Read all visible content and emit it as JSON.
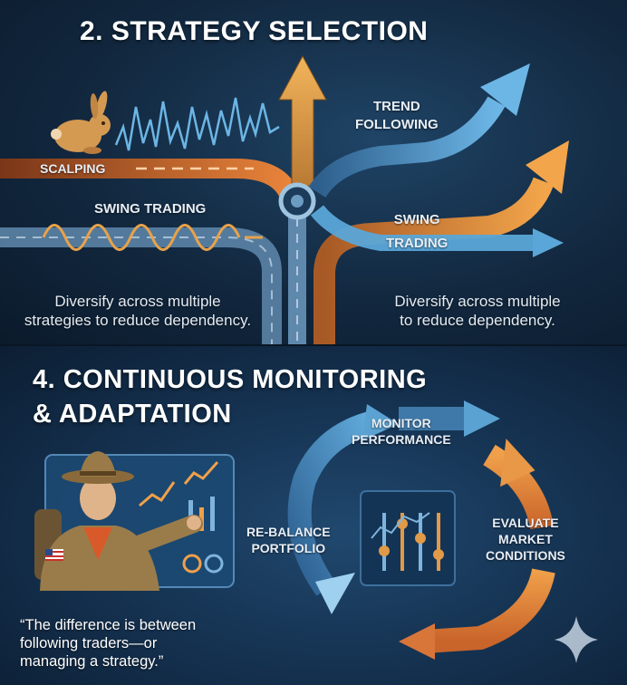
{
  "colors": {
    "orange": "#e8833a",
    "gold": "#e0a24a",
    "blue": "#5aa6d8",
    "steel": "#5f88ad",
    "background": "#12283f"
  },
  "strategy": {
    "title": "2. STRATEGY SELECTION",
    "scalping_label": "SCALPING",
    "swing_left_label": "SWING TRADING",
    "trend_label": [
      "TREND",
      "FOLLOWING"
    ],
    "swing_right_label": [
      "SWING",
      "TRADING"
    ],
    "caption_left": [
      "Diversify across multiple",
      "strategies to reduce dependency."
    ],
    "caption_right": [
      "Diversify across multiple",
      "to reduce dependency."
    ],
    "icons": [
      "rabbit-icon",
      "crossroads-node-icon",
      "sparkle-icon"
    ]
  },
  "monitoring": {
    "title": [
      "4. CONTINUOUS MONITORING",
      "& ADAPTATION"
    ],
    "monitor_label": [
      "MONITOR",
      "PERFORMANCE"
    ],
    "evaluate_label": [
      "EVALUATE",
      "MARKET",
      "CONDITIONS"
    ],
    "rebalance_label": [
      "RE-BALANCE",
      "PORTFOLIO"
    ],
    "quote": [
      "“The difference is between",
      "following traders—or",
      "managing a strategy.”"
    ],
    "icons": [
      "scout-trader-icon",
      "dashboard-screen-icon",
      "equalizer-sliders-icon",
      "cycle-arrows-icon"
    ]
  }
}
